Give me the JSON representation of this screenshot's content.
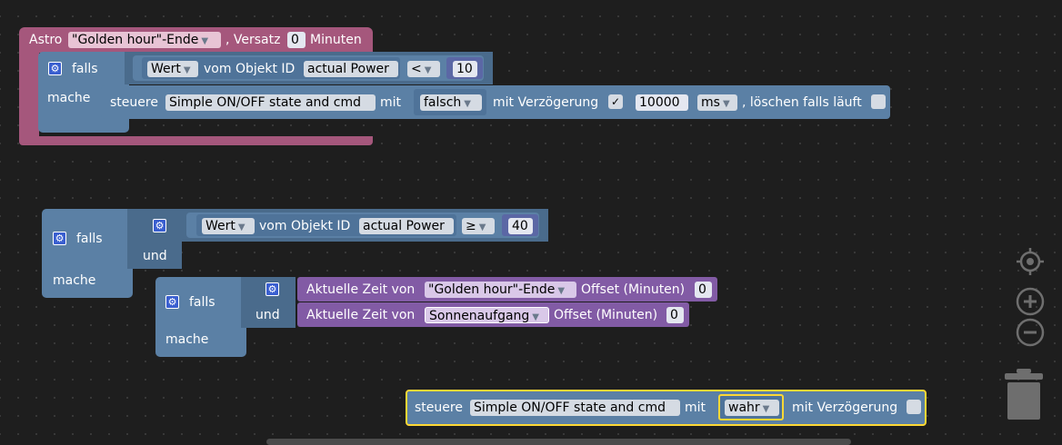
{
  "astro_block": {
    "label_astro": "Astro",
    "event": "\"Golden hour\"-Ende",
    "label_offset": ", Versatz",
    "offset_value": "0",
    "label_minutes": "Minuten"
  },
  "if1": {
    "label_if": "falls",
    "label_do": "mache",
    "value_label": "Wert",
    "of_object_label": "vom Objekt ID",
    "object_id": "actual Power",
    "operator": "<",
    "compare_value": "10"
  },
  "control1": {
    "label_control": "steuere",
    "target": "Simple ON/OFF state and cmd",
    "label_with": "mit",
    "value": "falsch",
    "label_delay": "mit Verzögerung",
    "delay_checked": "✓",
    "delay_ms": "10000",
    "unit": "ms",
    "label_clear": ", löschen falls läuft"
  },
  "if2": {
    "label_if": "falls",
    "label_and": "und",
    "label_do": "mache",
    "value_label": "Wert",
    "of_object_label": "vom Objekt ID",
    "object_id": "actual Power",
    "operator": "≥",
    "compare_value": "40"
  },
  "if3": {
    "label_if": "falls",
    "label_and": "und",
    "label_do": "mache",
    "time1_label": "Aktuelle Zeit von",
    "time1_event": "\"Golden hour\"-Ende",
    "time1_offset_label": "Offset (Minuten)",
    "time1_offset": "0",
    "time2_label": "Aktuelle Zeit von",
    "time2_event": "Sonnenaufgang",
    "time2_offset_label": "Offset (Minuten)",
    "time2_offset": "0"
  },
  "control2": {
    "label_control": "steuere",
    "target": "Simple ON/OFF state and cmd",
    "label_with": "mit",
    "value": "wahr",
    "label_delay": "mit Verzögerung"
  },
  "icons": {
    "gear": "⚙",
    "arrow": "▼"
  },
  "colors": {
    "workspace": "#1e1e1e",
    "logic_blue": "#5b80a5",
    "astro_pink": "#a5577c",
    "time_purple": "#825ba5",
    "selected_outline": "#fdd835"
  }
}
